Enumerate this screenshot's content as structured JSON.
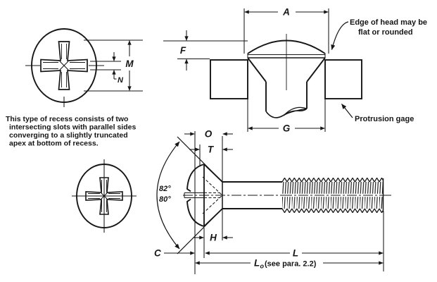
{
  "note": {
    "lines": [
      "This type of recess consists of two",
      "intersecting slots with parallel sides",
      "converging to a slightly truncated",
      "apex at bottom of recess."
    ]
  },
  "annotations": {
    "edge_line1": "Edge of head may be",
    "edge_line2": "flat or rounded",
    "protrusion": "Protrusion gage"
  },
  "dims": {
    "A": "A",
    "F": "F",
    "G": "G",
    "M": "M",
    "N": "N",
    "O": "O",
    "T": "T",
    "H": "H",
    "C": "C",
    "L": "L",
    "Lo_main": "L",
    "Lo_sub": "o",
    "Lo_note": "(see para. 2.2)"
  },
  "angles": {
    "upper": "82°",
    "lower": "80°"
  },
  "colors": {
    "ink": "#161616",
    "background": "#ffffff"
  }
}
